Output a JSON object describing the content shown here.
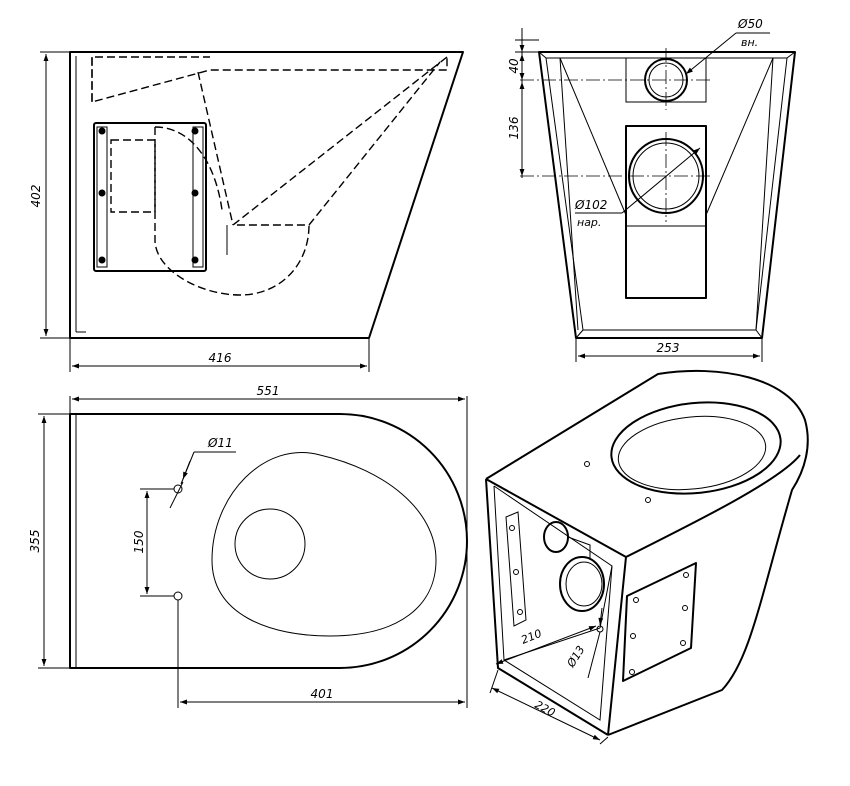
{
  "views": {
    "side": {
      "width_dim": "416",
      "height_dim": "402"
    },
    "front": {
      "top_dim": "40",
      "mid_dim": "136",
      "bottom_width_dim": "253",
      "outlet_dia": "Ø50",
      "outlet_note": "вн.",
      "drain_dia": "Ø102",
      "drain_note": "нар."
    },
    "plan": {
      "length_dim": "551",
      "width_dim": "355",
      "hole_spacing_dim": "150",
      "hole_offset_dim": "401",
      "hole_dia": "Ø11"
    },
    "iso": {
      "depth_dim": "210",
      "base_dim": "220",
      "hole_dia": "Ø13"
    }
  }
}
